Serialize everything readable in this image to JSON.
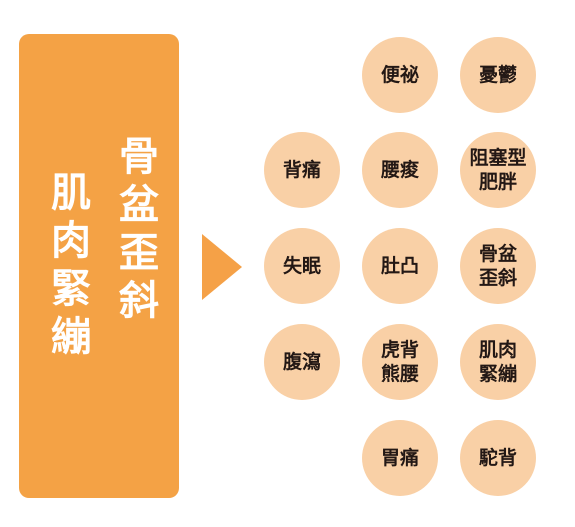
{
  "cause": {
    "column_right": [
      "骨",
      "盆",
      "歪",
      "斜"
    ],
    "column_left": [
      "肌",
      "肉",
      "緊",
      "繃"
    ]
  },
  "colors": {
    "cause_box": "#f4a245",
    "arrow": "#f5a147",
    "circle": "#f9d0a6",
    "text_dark": "#231815",
    "text_light": "#ffffff"
  },
  "symptoms": [
    {
      "lines": [
        "便祕"
      ]
    },
    {
      "lines": [
        "憂鬱"
      ]
    },
    {
      "lines": [
        "背痛"
      ]
    },
    {
      "lines": [
        "腰痠"
      ]
    },
    {
      "lines": [
        "阻塞型",
        "肥胖"
      ]
    },
    {
      "lines": [
        "失眠"
      ]
    },
    {
      "lines": [
        "肚凸"
      ]
    },
    {
      "lines": [
        "骨盆",
        "歪斜"
      ]
    },
    {
      "lines": [
        "腹瀉"
      ]
    },
    {
      "lines": [
        "虎背",
        "熊腰"
      ]
    },
    {
      "lines": [
        "肌肉",
        "緊繃"
      ]
    },
    {
      "lines": [
        "胃痛"
      ]
    },
    {
      "lines": [
        "駝背"
      ]
    }
  ]
}
